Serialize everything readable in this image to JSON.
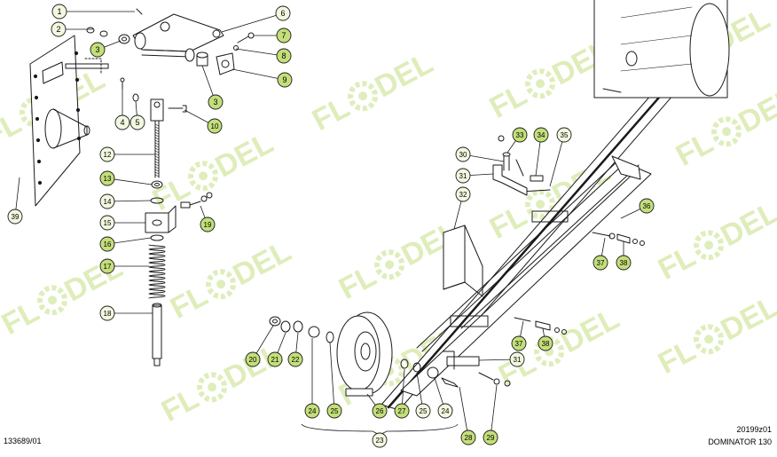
{
  "diagram": {
    "callouts": [
      {
        "id": "c1",
        "label": "1"
      },
      {
        "id": "c2",
        "label": "2"
      },
      {
        "id": "c3a",
        "label": "3"
      },
      {
        "id": "c3b",
        "label": "3"
      },
      {
        "id": "c4",
        "label": "4"
      },
      {
        "id": "c5",
        "label": "5"
      },
      {
        "id": "c6",
        "label": "6"
      },
      {
        "id": "c7",
        "label": "7"
      },
      {
        "id": "c8",
        "label": "8"
      },
      {
        "id": "c9",
        "label": "9"
      },
      {
        "id": "c10",
        "label": "10"
      },
      {
        "id": "c12",
        "label": "12"
      },
      {
        "id": "c13",
        "label": "13"
      },
      {
        "id": "c14",
        "label": "14"
      },
      {
        "id": "c15",
        "label": "15"
      },
      {
        "id": "c16",
        "label": "16"
      },
      {
        "id": "c17",
        "label": "17"
      },
      {
        "id": "c18",
        "label": "18"
      },
      {
        "id": "c19",
        "label": "19"
      },
      {
        "id": "c20",
        "label": "20"
      },
      {
        "id": "c21",
        "label": "21"
      },
      {
        "id": "c22",
        "label": "22"
      },
      {
        "id": "c23",
        "label": "23"
      },
      {
        "id": "c24a",
        "label": "24"
      },
      {
        "id": "c24b",
        "label": "24"
      },
      {
        "id": "c25a",
        "label": "25"
      },
      {
        "id": "c25b",
        "label": "25"
      },
      {
        "id": "c26",
        "label": "26"
      },
      {
        "id": "c27",
        "label": "27"
      },
      {
        "id": "c28",
        "label": "28"
      },
      {
        "id": "c29",
        "label": "29"
      },
      {
        "id": "c30",
        "label": "30"
      },
      {
        "id": "c31a",
        "label": "31"
      },
      {
        "id": "c31b",
        "label": "31"
      },
      {
        "id": "c32",
        "label": "32"
      },
      {
        "id": "c33",
        "label": "33"
      },
      {
        "id": "c34",
        "label": "34"
      },
      {
        "id": "c35",
        "label": "35"
      },
      {
        "id": "c36",
        "label": "36"
      },
      {
        "id": "c37a",
        "label": "37"
      },
      {
        "id": "c37b",
        "label": "37"
      },
      {
        "id": "c38a",
        "label": "38"
      },
      {
        "id": "c38b",
        "label": "38"
      },
      {
        "id": "c39",
        "label": "39"
      }
    ],
    "watermark_text": "FL DEL",
    "reference_left": "133689/01",
    "reference_right": "20199z01",
    "model": "DOMINATOR 130",
    "colors": {
      "line": "#1a1a1a",
      "callout_fill": "#f2f8e0",
      "callout_highlight": "#c4df7a",
      "watermark": "#d3e8a4"
    }
  }
}
